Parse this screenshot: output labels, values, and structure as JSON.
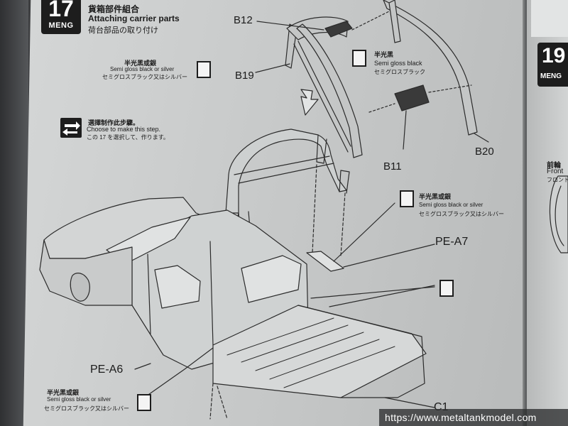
{
  "step": {
    "number": "17",
    "brand": "MENG",
    "title_cn": "貨箱部件組合",
    "title_en": "Attaching carrier parts",
    "title_jp": "荷台部品の取り付け"
  },
  "next_step": {
    "number": "19",
    "brand": "MENG"
  },
  "paint_silver_left": {
    "cn": "半光黑或銀",
    "en": "Semi gloss black or silver",
    "jp": "セミグロスブラック又はシルバー"
  },
  "paint_black": {
    "cn": "半光黑",
    "en": "Semi gloss black",
    "jp": "セミグロスブラック"
  },
  "paint_silver_right": {
    "cn": "半光黑或銀",
    "en": "Semi gloss black or silver",
    "jp": "セミグロスブラック又はシルバー"
  },
  "paint_silver_bottom": {
    "cn": "半光黑或銀",
    "en": "Semi gloss black or silver",
    "jp": "セミグロスブラック又はシルバー"
  },
  "choose": {
    "cn": "選擇制作此步驟。",
    "en": "Choose to make this step.",
    "jp": "この 17 を選択して、作ります。"
  },
  "parts": {
    "b12": "B12",
    "b19": "B19",
    "b11": "B11",
    "b20": "B20",
    "pe_a7": "PE-A7",
    "pe_a6": "PE-A6",
    "c1": "C1"
  },
  "side_page": {
    "wheel_cn": "前輪",
    "wheel_en": "Front",
    "wheel_jp": "フロント"
  },
  "watermark": "https://www.metaltankmodel.com",
  "colors": {
    "page": "#cfd1d1",
    "ink": "#1b1b1b",
    "badge": "#1d1d1d",
    "background": "#3d3e40"
  }
}
